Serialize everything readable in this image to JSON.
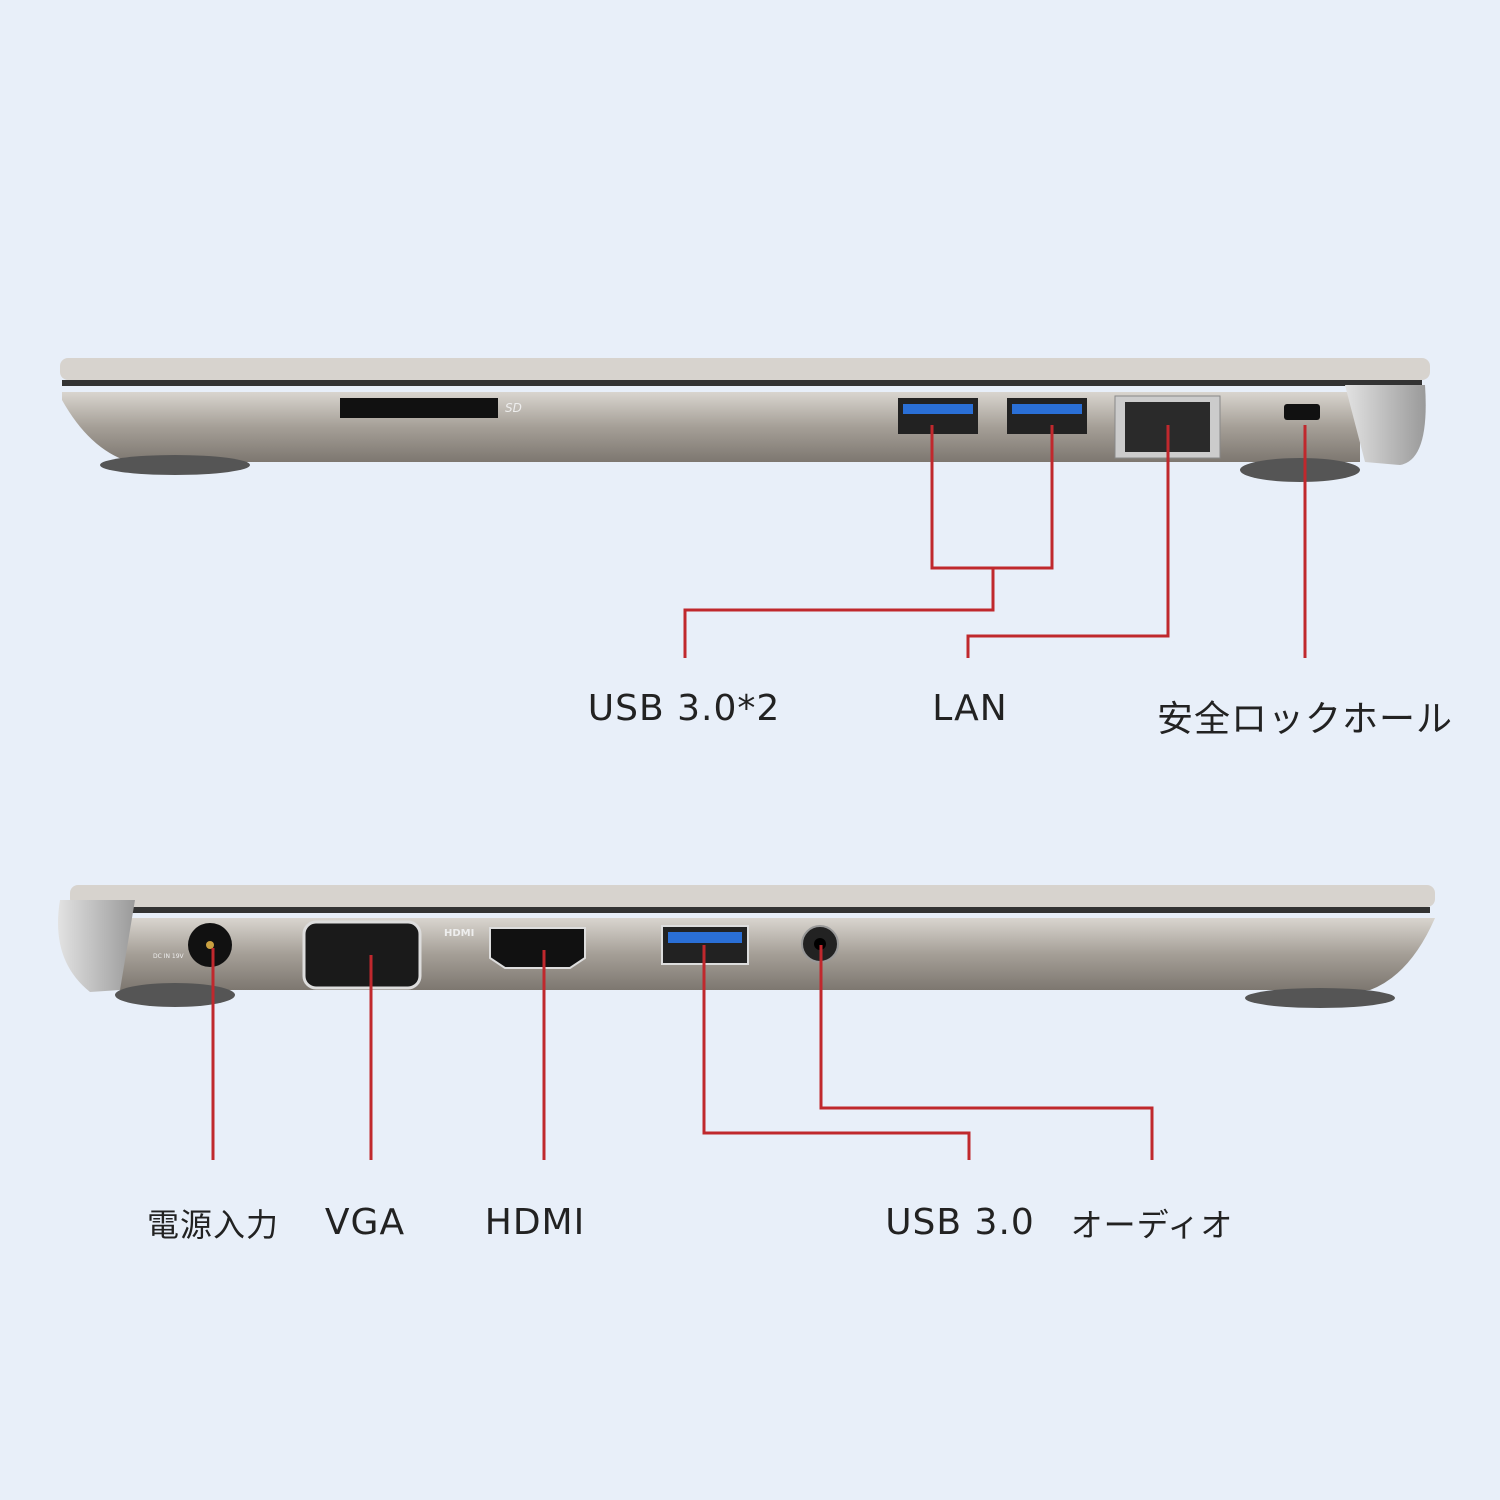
{
  "colors": {
    "background": "#e8eff9",
    "callout_line": "#c0282d",
    "chassis": "#a8a29a"
  },
  "top_view": {
    "port_marks": {
      "sd": "SD"
    },
    "labels": {
      "usb_pair": "USB 3.0*2",
      "lan": "LAN",
      "lock": "安全ロックホール"
    }
  },
  "bottom_view": {
    "port_marks": {
      "hdmi": "HDMI",
      "dc": "DC IN 19V"
    },
    "labels": {
      "power": "電源入力",
      "vga": "VGA",
      "hdmi": "HDMI",
      "usb": "USB 3.0",
      "audio": "オーディオ"
    }
  }
}
